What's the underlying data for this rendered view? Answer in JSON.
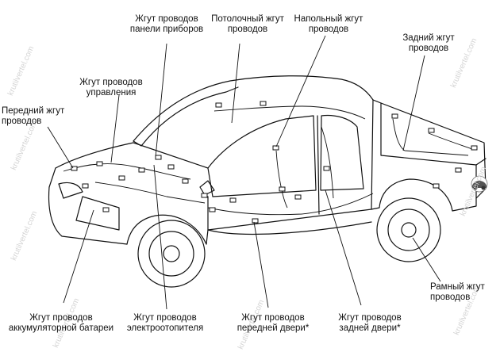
{
  "watermark": "krutilvertel.com",
  "labels": {
    "instrument_panel": [
      "Жгут проводов",
      "панели приборов"
    ],
    "roof": [
      "Потолочный жгут",
      "проводов"
    ],
    "floor": [
      "Напольный жгут",
      "проводов"
    ],
    "rear": [
      "Задний жгут",
      "проводов"
    ],
    "control": [
      "Жгут проводов",
      "управления"
    ],
    "front": [
      "Передний жгут",
      "проводов"
    ],
    "frame": [
      "Рамный жгут",
      "проводов"
    ],
    "battery": [
      "Жгут проводов",
      "аккумуляторной батареи"
    ],
    "heater": [
      "Жгут проводов",
      "электроотопителя"
    ],
    "front_door": [
      "Жгут проводов",
      "передней двери*"
    ],
    "rear_door": [
      "Жгут проводов",
      "задней двери*"
    ]
  }
}
